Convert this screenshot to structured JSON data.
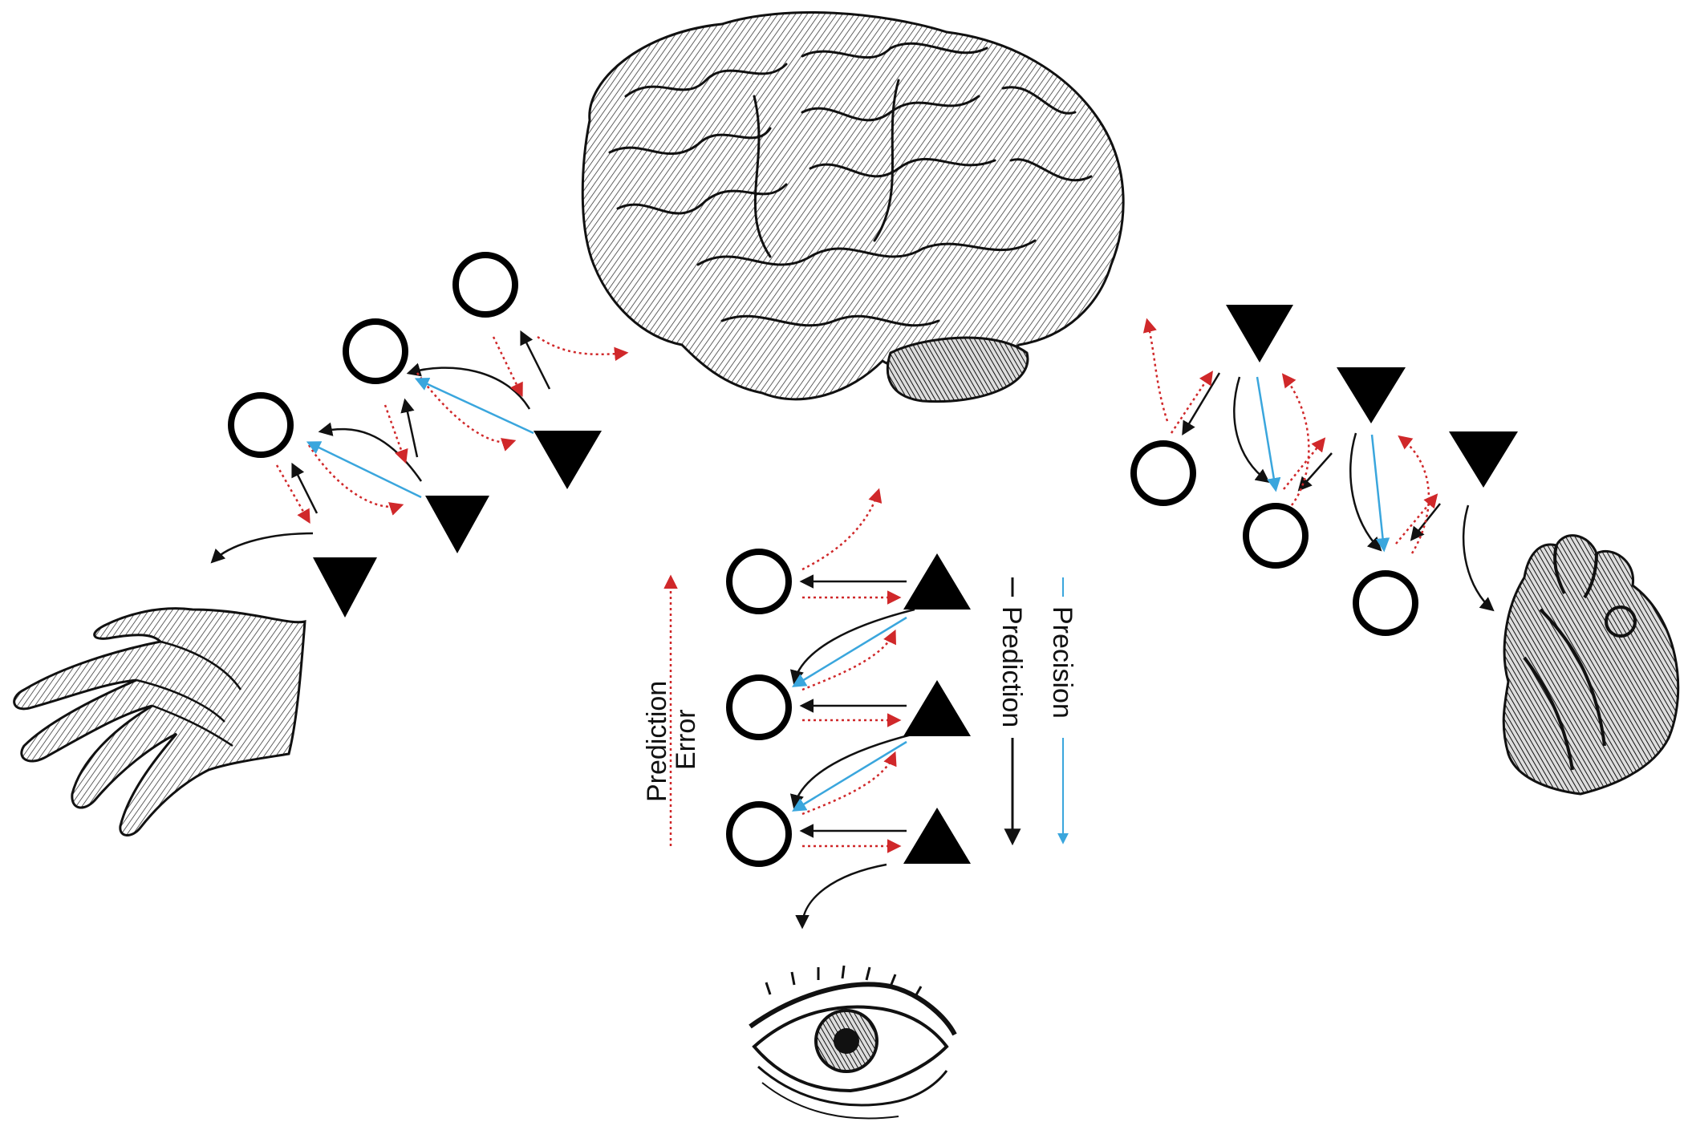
{
  "legend": {
    "prediction_error": [
      "Prediction",
      "Error"
    ],
    "prediction": "Prediction",
    "precision": "Precision"
  },
  "colors": {
    "prediction": "#111111",
    "prediction_error": "#d0282a",
    "precision": "#3aa6dd",
    "unit": "#000000"
  },
  "icons": {
    "top": "brain-illustration",
    "left": "hand-illustration",
    "right": "heart-illustration",
    "bottom": "eye-illustration"
  },
  "hierarchies": {
    "motor": {
      "levels": 3,
      "periphery": "hand"
    },
    "exteroceptive": {
      "levels": 3,
      "periphery": "eye"
    },
    "interoceptive": {
      "levels": 3,
      "periphery": "heart"
    }
  }
}
